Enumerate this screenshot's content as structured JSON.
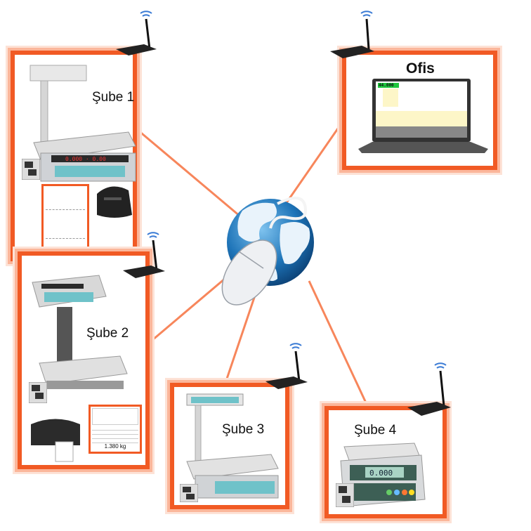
{
  "nodes": {
    "branch1": {
      "label": "Şube 1"
    },
    "office": {
      "label": "Ofis",
      "screen_weight": "44.000"
    },
    "branch2": {
      "label": "Şube 2",
      "label_weight": "1.380 kg"
    },
    "branch3": {
      "label": "Şube 3"
    },
    "branch4": {
      "label": "Şube 4",
      "display": "0.000"
    }
  },
  "icons": [
    "globe-icon",
    "mouse-icon",
    "wifi-router-icon",
    "ethernet-port-icon",
    "receipt-printer-icon",
    "label-printer-icon",
    "laptop-icon",
    "scale-icon"
  ],
  "colors": {
    "accent": "#f15a24",
    "link": "#f7794a",
    "globe": "#1e74b8"
  }
}
